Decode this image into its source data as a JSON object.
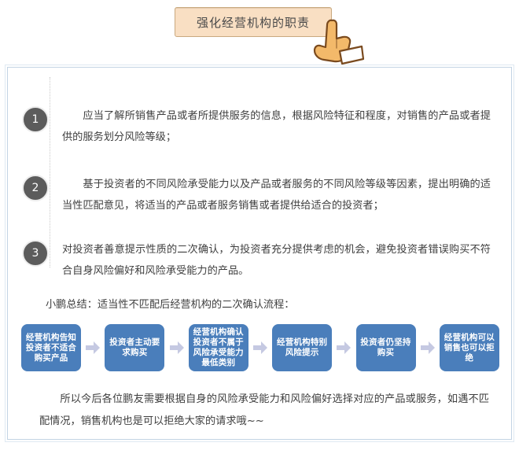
{
  "banner": {
    "title": "强化经营机构的职责",
    "hand_icon": "pointing-hand-icon",
    "fill_color": "#f9dfc3",
    "border_color": "#c9a97f"
  },
  "card": {
    "border_color": "#c3d4e4"
  },
  "steps": [
    {
      "number": "1",
      "text": "应当了解所销售产品或者所提供服务的信息，根据风险特征和程度，对销售的产品或者提供的服务划分风险等级；"
    },
    {
      "number": "2",
      "text": "基于投资者的不同风险承受能力以及产品或者服务的不同风险等级等因素，提出明确的适当性匹配意见，将适当的产品或者服务销售或者提供给适合的投资者；"
    },
    {
      "number": "3",
      "text": "对投资者善意提示性质的二次确认，为投资者充分提供考虑的机会，避免投资者错误购买不符合自身风险偏好和风险承受能力的产品。"
    }
  ],
  "summary": {
    "label": "小鹏总结：适当性不匹配后经营机构的二次确认流程："
  },
  "flow": {
    "box_color": "#4a7ebb",
    "arrow_color": "#c5c9e2",
    "arrow_icon": "right-arrow-icon",
    "boxes": [
      {
        "text": "经营机构告知投资者不适合购买产品"
      },
      {
        "text": "投资者主动要求购买"
      },
      {
        "text": "经营机构确认投资者不属于风险承受能力最低类别"
      },
      {
        "text": "经营机构特别风险提示"
      },
      {
        "text": "投资者仍坚持购买"
      },
      {
        "text": "经营机构可以销售也可以拒绝"
      }
    ]
  },
  "footer": {
    "text": "所以今后各位鹏友需要根据自身的风险承受能力和风险偏好选择对应的产品或服务，如遇不匹配情况，销售机构也是可以拒绝大家的请求哦~~"
  }
}
